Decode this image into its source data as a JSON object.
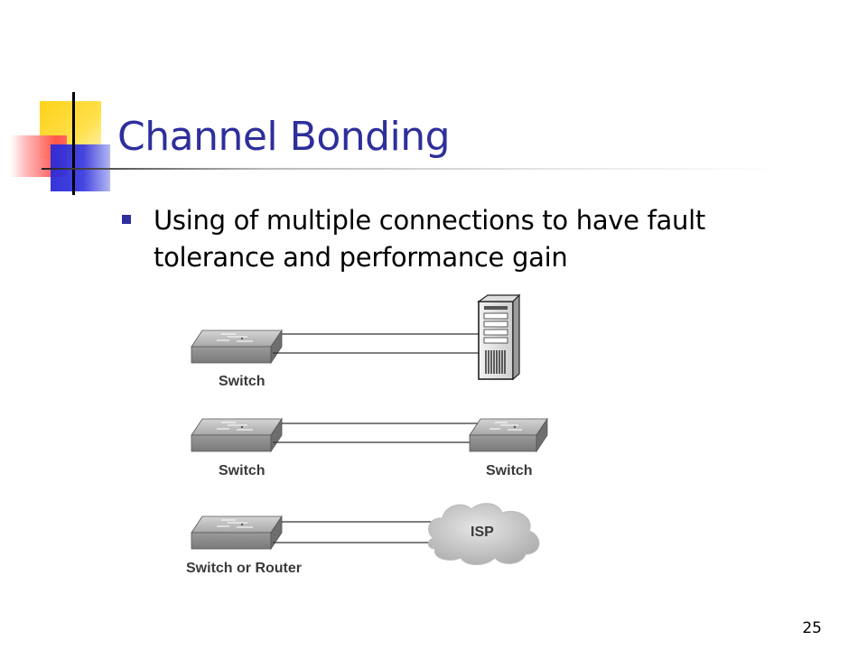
{
  "slide": {
    "title": "Channel Bonding",
    "bullet_text": "Using of multiple connections to have fault tolerance and performance gain",
    "page_number": "25"
  },
  "diagram": {
    "row1": {
      "left_label": "Switch"
    },
    "row2": {
      "left_label": "Switch",
      "right_label": "Switch"
    },
    "row3": {
      "left_label": "Switch or Router",
      "cloud_label": "ISP"
    }
  },
  "colors": {
    "title": "#2e2e9c",
    "bullet": "#2e2e9c",
    "deco_yellow": "#ffd21a",
    "deco_red": "#ff4b4b",
    "deco_blue": "#2a2ad6"
  },
  "icons": [
    "server-icon",
    "switch-icon",
    "cloud-icon"
  ]
}
